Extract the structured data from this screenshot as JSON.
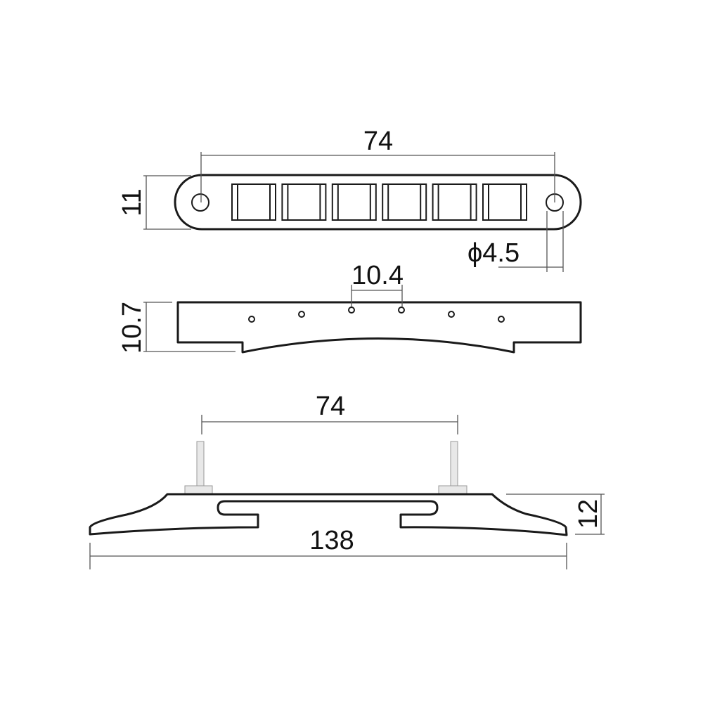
{
  "drawing": {
    "top_view": {
      "width_label": "74",
      "height_label": "11",
      "hole_label": "ϕ4.5",
      "saddle_slots": 6
    },
    "side_view": {
      "spacing_label": "10.4",
      "height_label": "10.7",
      "string_holes": 6
    },
    "front_view": {
      "stud_spacing_label": "74",
      "height_label": "12",
      "length_label": "138"
    }
  }
}
